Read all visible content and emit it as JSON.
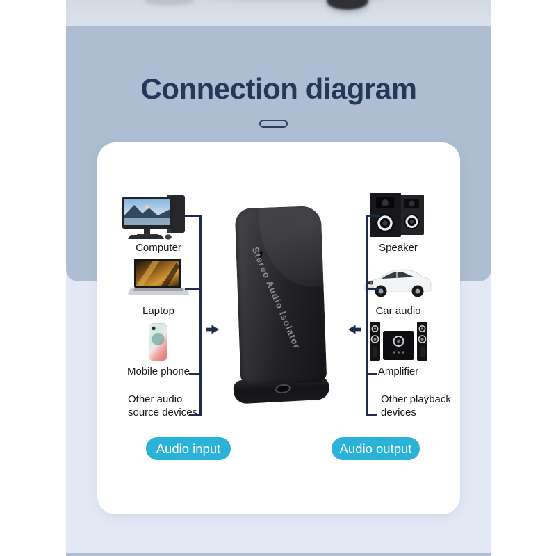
{
  "header": {
    "title": "Connection diagram"
  },
  "device": {
    "label": "Stereo Audio Isolator"
  },
  "input_group": {
    "button": "Audio input",
    "items": [
      {
        "label": "Computer",
        "icon": "computer-icon"
      },
      {
        "label": "Laptop",
        "icon": "laptop-icon"
      },
      {
        "label": "Mobile phone",
        "icon": "mobile-phone-icon"
      },
      {
        "label": "Other audio\nsource devices"
      }
    ]
  },
  "output_group": {
    "button": "Audio output",
    "items": [
      {
        "label": "Speaker",
        "icon": "speaker-icon"
      },
      {
        "label": "Car audio",
        "icon": "car-audio-icon"
      },
      {
        "label": "Amplifier",
        "icon": "amplifier-icon"
      },
      {
        "label": "Other playback\ndevices"
      }
    ]
  },
  "colors": {
    "accent_button": "#2ab2d9",
    "hero_background": "#adbed2",
    "lower_background": "#e3e9f4",
    "title": "#22395a",
    "connector": "#1c2d4e"
  }
}
